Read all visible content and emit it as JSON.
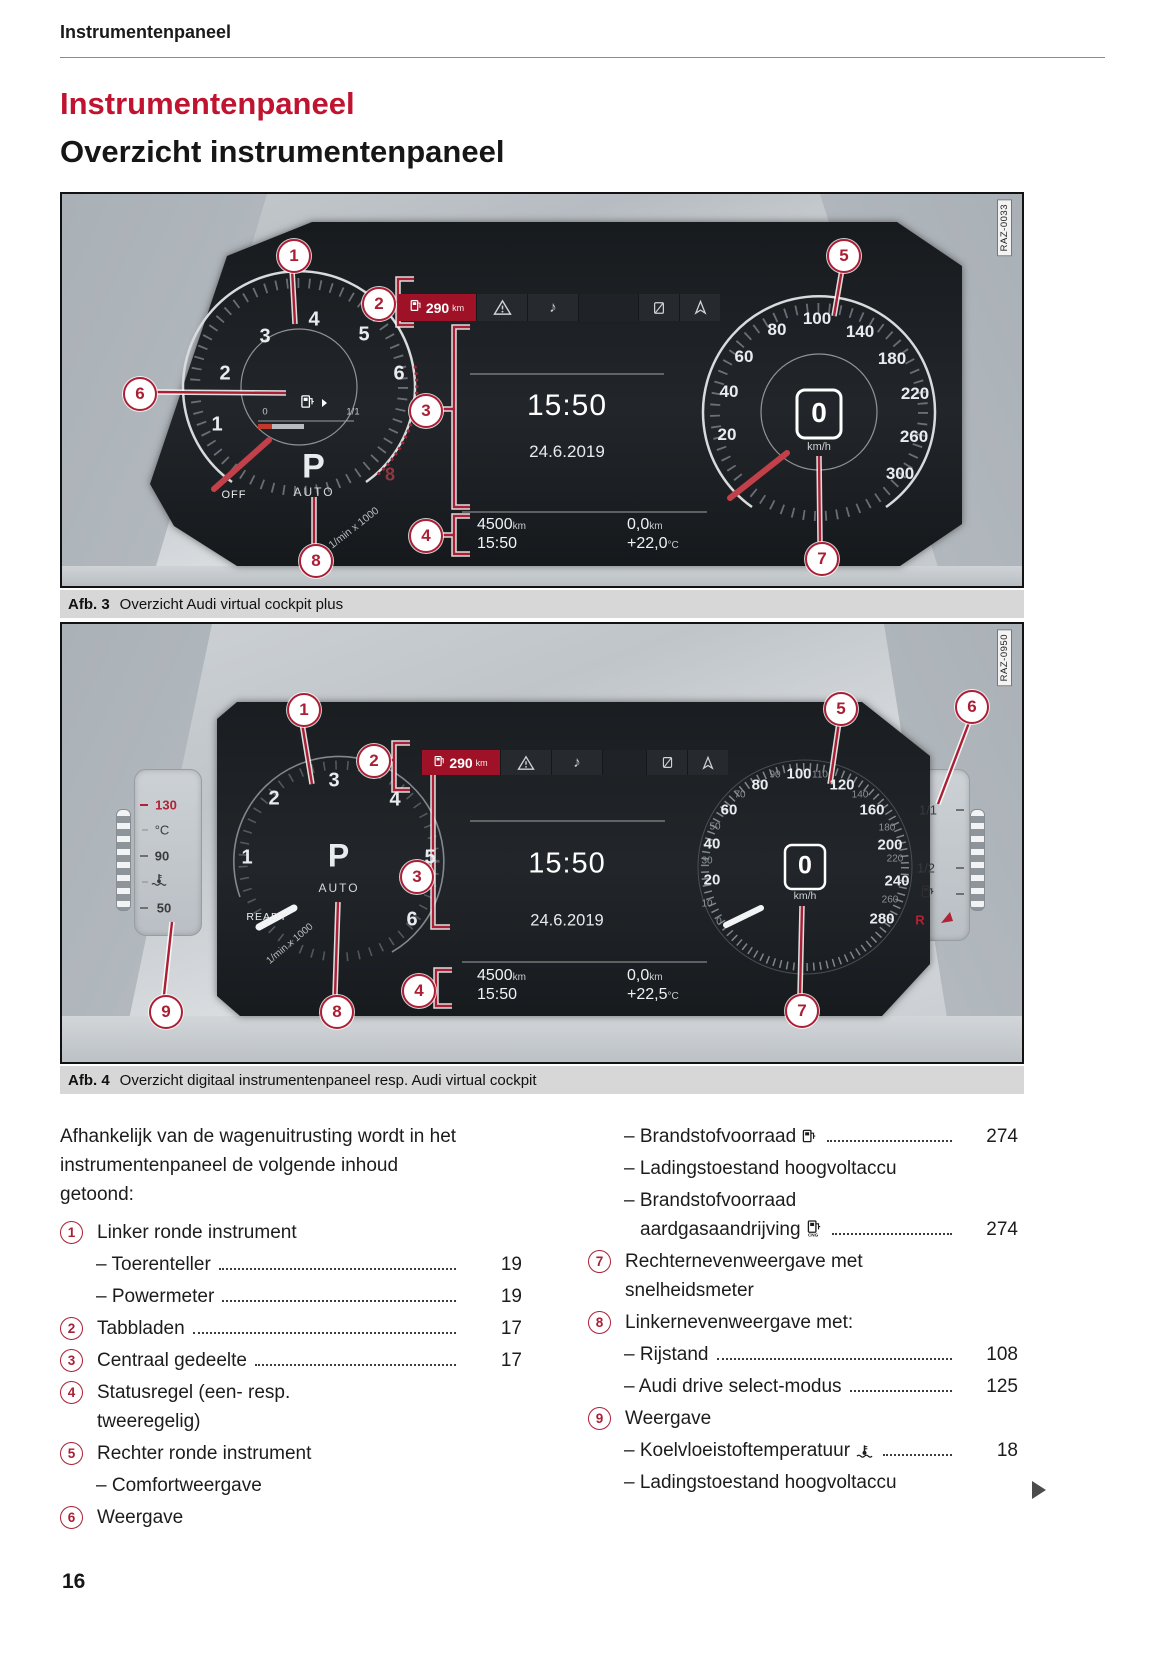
{
  "page": {
    "running_header": "Instrumentenpaneel",
    "title_red": "Instrumentenpaneel",
    "title_black": "Overzicht instrumentenpaneel",
    "page_number": "16"
  },
  "icons": {
    "note": "♪",
    "cng_label": "CNG"
  },
  "fig3": {
    "code": "RAZ-0033",
    "caption": {
      "label": "Afb. 3",
      "text": "Overzicht Audi virtual cockpit plus"
    },
    "status": {
      "range": "290",
      "range_unit": "km"
    },
    "center": {
      "clock": "15:50",
      "date": "24.6.2019"
    },
    "info": {
      "odo": "4500",
      "odo_unit": "km",
      "time": "15:50",
      "trip": "0,0",
      "trip_unit": "km",
      "temp": "+22,0",
      "temp_unit": "°C"
    },
    "tach": {
      "labels": [
        "1",
        "2",
        "3",
        "4",
        "5",
        "6"
      ],
      "redline": "8",
      "fuel_zero": "0",
      "fuel_full": "1/1",
      "gear": "P",
      "mode": "AUTO",
      "off": "OFF",
      "scale": "1/min x 1000"
    },
    "speedo": {
      "labels": [
        "20",
        "40",
        "60",
        "80",
        "100",
        "140",
        "180",
        "220",
        "260",
        "300"
      ],
      "value": "0",
      "unit": "km/h"
    },
    "callouts": [
      "1",
      "2",
      "3",
      "4",
      "5",
      "6",
      "7",
      "8"
    ]
  },
  "fig4": {
    "code": "RAZ-0950",
    "caption": {
      "label": "Afb. 4",
      "text": "Overzicht digitaal instrumentenpaneel resp. Audi virtual cockpit"
    },
    "status": {
      "range": "290",
      "range_unit": "km"
    },
    "center": {
      "clock": "15:50",
      "date": "24.6.2019"
    },
    "info": {
      "odo": "4500",
      "odo_unit": "km",
      "time": "15:50",
      "trip": "0,0",
      "trip_unit": "km",
      "temp": "+22,5",
      "temp_unit": "°C"
    },
    "tach": {
      "labels": [
        "1",
        "2",
        "3",
        "4",
        "5",
        "6"
      ],
      "gear": "P",
      "mode": "AUTO",
      "ready": "READY",
      "scale": "1/min x 1000"
    },
    "speedo": {
      "major": [
        "20",
        "40",
        "60",
        "80",
        "100",
        "120",
        "160",
        "200",
        "240",
        "280"
      ],
      "minor": [
        "0",
        "10",
        "30",
        "50",
        "70",
        "90",
        "110",
        "140",
        "180",
        "220",
        "260"
      ],
      "value": "0",
      "unit": "km/h"
    },
    "temp_gauge": {
      "max": "130",
      "unit": "°C",
      "mid": "90",
      "min": "50"
    },
    "fuel_gauge": {
      "full": "1/1",
      "half": "1/2",
      "reserve": "R"
    },
    "callouts": [
      "1",
      "2",
      "3",
      "4",
      "5",
      "6",
      "7",
      "8",
      "9"
    ]
  },
  "content": {
    "intro": "Afhankelijk van de wagenuitrusting wordt in het instrumentenpaneel de volgende inhoud getoond:",
    "l1": "Linker ronde instrument",
    "l1a": "– Toerenteller",
    "l1a_page": "19",
    "l1b": "– Powermeter",
    "l1b_page": "19",
    "l2": "Tabbladen",
    "l2_page": "17",
    "l3": "Centraal gedeelte",
    "l3_page": "17",
    "l4": "Statusregel (een- resp. tweeregelig)",
    "l5": "Rechter ronde instrument",
    "l5a": "– Comfortweergave",
    "l6": "Weergave",
    "r1": "– Brandstofvoorraad",
    "r1_page": "274",
    "r2": "– Ladingstoestand hoogvoltaccu",
    "r3a": "– Brandstofvoorraad",
    "r3b": "aardgasaandrijving",
    "r3_page": "274",
    "r7": "Rechternevenweergave met snelheidsmeter",
    "r8": "Linkernevenweergave met:",
    "r8a": "– Rijstand",
    "r8a_page": "108",
    "r8b": "– Audi drive select-modus",
    "r8b_page": "125",
    "r9": "Weergave",
    "r9a": "– Koelvloeistoftemperatuur",
    "r9a_page": "18",
    "r9b": "– Ladingstoestand hoogvoltaccu",
    "nums": [
      "1",
      "2",
      "3",
      "4",
      "5",
      "6",
      "7",
      "8",
      "9"
    ]
  }
}
